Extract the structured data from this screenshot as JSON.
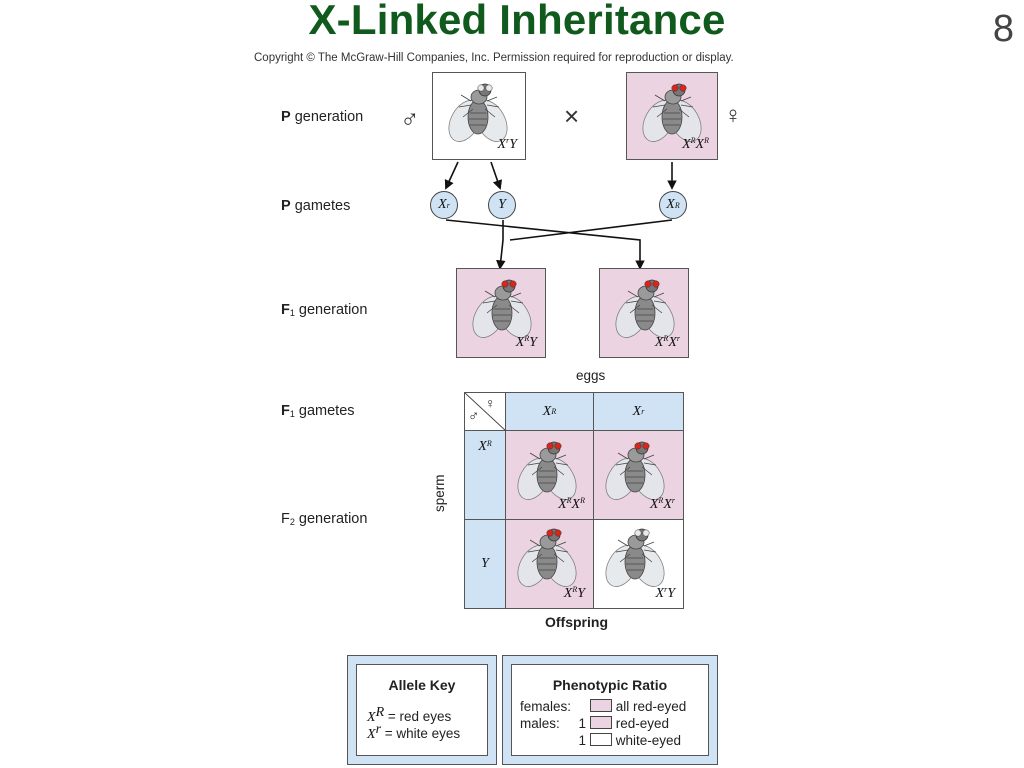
{
  "slide": {
    "title": "X-Linked Inheritance",
    "number": "8",
    "copyright": "Copyright © The McGraw-Hill Companies, Inc. Permission required for reproduction or display."
  },
  "rows": {
    "p_generation": {
      "bold": "P",
      "text": " generation"
    },
    "p_gametes": {
      "bold": "P",
      "text": " gametes"
    },
    "f1_generation": {
      "bold": "F",
      "sub": "1",
      "text": " generation"
    },
    "f1_gametes": {
      "bold": "F",
      "sub": "1",
      "text": " gametes"
    },
    "f2_generation": {
      "text_pre": "F",
      "sub": "2",
      "text": " generation"
    }
  },
  "symbols": {
    "male": "♂",
    "female": "♀",
    "cross": "×"
  },
  "p_generation": {
    "male": {
      "x": "X",
      "x_sup": "r",
      "rest": "Y",
      "eye": "white"
    },
    "female": {
      "x": "X",
      "x_sup": "R",
      "x2": "X",
      "x2_sup": "R",
      "eye": "red"
    }
  },
  "p_gametes": [
    {
      "base": "X",
      "sup": "r"
    },
    {
      "base": "Y",
      "sup": ""
    },
    {
      "base": "X",
      "sup": "R"
    }
  ],
  "f1_generation": [
    {
      "x": "X",
      "x_sup": "R",
      "rest": "Y",
      "rest_sup": "",
      "eye": "red"
    },
    {
      "x": "X",
      "x_sup": "R",
      "rest": "X",
      "rest_sup": "r",
      "eye": "red"
    }
  ],
  "punnett": {
    "eggs_label": "eggs",
    "sperm_label": "sperm",
    "offspring_label": "Offspring",
    "col_headers": [
      {
        "base": "X",
        "sup": "R"
      },
      {
        "base": "X",
        "sup": "r"
      }
    ],
    "row_headers": [
      {
        "base": "X",
        "sup": "R"
      },
      {
        "base": "Y",
        "sup": ""
      }
    ],
    "cells": [
      {
        "x": "X",
        "x_sup": "R",
        "rest": "X",
        "rest_sup": "R",
        "eye": "red",
        "bg": "pink"
      },
      {
        "x": "X",
        "x_sup": "R",
        "rest": "X",
        "rest_sup": "r",
        "eye": "red",
        "bg": "pink"
      },
      {
        "x": "X",
        "x_sup": "R",
        "rest": "Y",
        "rest_sup": "",
        "eye": "red",
        "bg": "pink"
      },
      {
        "x": "X",
        "x_sup": "r",
        "rest": "Y",
        "rest_sup": "",
        "eye": "white",
        "bg": "white"
      }
    ]
  },
  "allele_key": {
    "title": "Allele Key",
    "lines": [
      {
        "base": "X",
        "sup": "R",
        "eq": " = red eyes"
      },
      {
        "base": "X",
        "sup": "r",
        "eq": " = white eyes"
      }
    ]
  },
  "phenotypic_ratio": {
    "title": "Phenotypic Ratio",
    "lines": [
      {
        "group": "females:",
        "count": "",
        "label": "all red-eyed",
        "swatch": "pink"
      },
      {
        "group": "males:",
        "count": "1",
        "label": "red-eyed",
        "swatch": "pink"
      },
      {
        "group": "",
        "count": "1",
        "label": "white-eyed",
        "swatch": "white"
      }
    ]
  },
  "colors": {
    "title": "#0f5a1c",
    "pink": "#ecd3e2",
    "blue": "#cfe3f4",
    "red_eye": "#d8261c",
    "white_eye": "#e8e8e8"
  }
}
